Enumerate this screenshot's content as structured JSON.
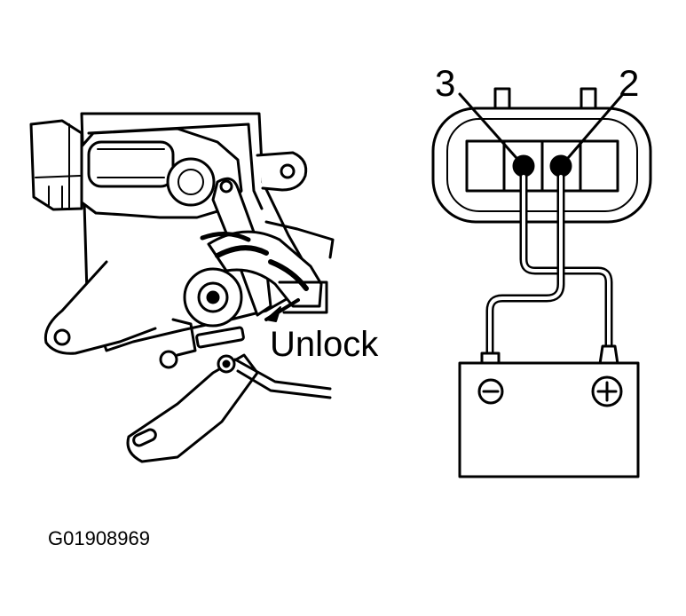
{
  "figure": {
    "code": "G01908969",
    "latch": {
      "unlock_label": "Unlock"
    },
    "connector": {
      "pin_left": "3",
      "pin_right": "2"
    },
    "battery": {
      "negative_symbol": "⊖",
      "positive_symbol": "⊕"
    },
    "colors": {
      "ink": "#000000",
      "paper": "#ffffff"
    }
  }
}
